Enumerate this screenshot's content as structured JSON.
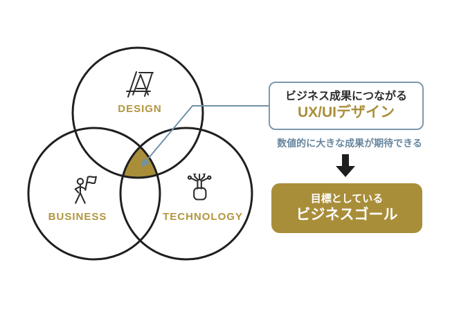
{
  "diagram": {
    "circles": [
      {
        "id": "design",
        "label": "DESIGN",
        "icon": "typography-a-icon"
      },
      {
        "id": "business",
        "label": "BUSINESS",
        "icon": "flag-bearer-icon"
      },
      {
        "id": "technology",
        "label": "TECHNOLOGY",
        "icon": "digital-touch-icon"
      }
    ],
    "intersection": {
      "highlighted": true
    }
  },
  "callout": {
    "line1": "ビジネス成果につながる",
    "line2": "UX/UIデザイン"
  },
  "subtext": "数値的に大きな成果が期待できる",
  "goal_box": {
    "line1": "目標としている",
    "line2": "ビジネスゴール"
  },
  "colors": {
    "gold": "#a98e3a",
    "gold_label": "#b1953e",
    "blue_gray_line": "#7191a8",
    "blue_gray_border": "#7b98ad",
    "blue_gray_text": "#68879f",
    "ink": "#1f1f1f",
    "white": "#ffffff"
  }
}
